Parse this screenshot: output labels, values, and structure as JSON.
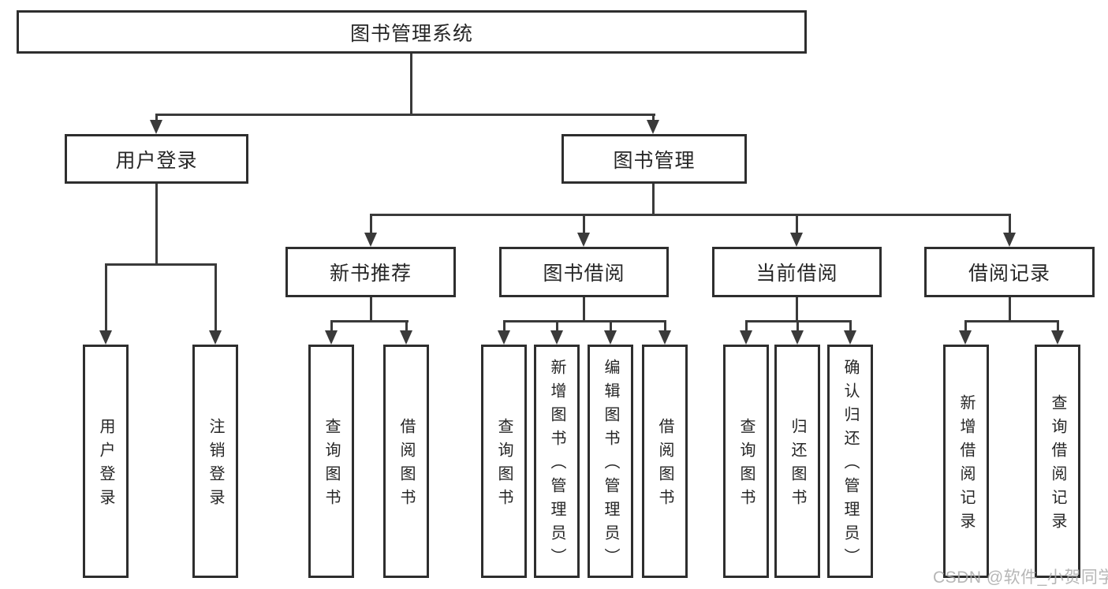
{
  "diagram": {
    "root": {
      "label": "图书管理系统"
    },
    "level2": [
      {
        "label": "用户登录"
      },
      {
        "label": "图书管理"
      }
    ],
    "level3": [
      {
        "label": "新书推荐",
        "parent": "图书管理"
      },
      {
        "label": "图书借阅",
        "parent": "图书管理"
      },
      {
        "label": "当前借阅",
        "parent": "图书管理"
      },
      {
        "label": "借阅记录",
        "parent": "图书管理"
      }
    ],
    "leaves": [
      {
        "label": "用户登录",
        "parent": "用户登录"
      },
      {
        "label": "注销登录",
        "parent": "用户登录"
      },
      {
        "label": "查询图书",
        "parent": "新书推荐"
      },
      {
        "label": "借阅图书",
        "parent": "新书推荐"
      },
      {
        "label": "查询图书",
        "parent": "图书借阅"
      },
      {
        "label": "新增图书（管理员）",
        "parent": "图书借阅"
      },
      {
        "label": "编辑图书（管理员）",
        "parent": "图书借阅"
      },
      {
        "label": "借阅图书",
        "parent": "图书借阅"
      },
      {
        "label": "查询图书",
        "parent": "当前借阅"
      },
      {
        "label": "归还图书",
        "parent": "当前借阅"
      },
      {
        "label": "确认归还（管理员）",
        "parent": "当前借阅"
      },
      {
        "label": "新增借阅记录",
        "parent": "借阅记录"
      },
      {
        "label": "查询借阅记录",
        "parent": "借阅记录"
      }
    ]
  },
  "watermark": {
    "text": "CSDN @软件_小贺同学"
  },
  "colors": {
    "background": "#ffffff",
    "line": "#3a3a3a",
    "box_border": "#2e2e2e",
    "text": "#262626",
    "watermark": "#aaaaaa"
  }
}
